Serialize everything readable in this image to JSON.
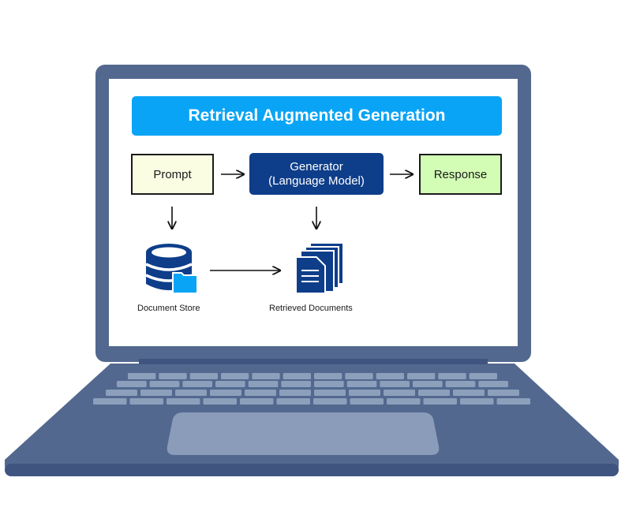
{
  "diagram": {
    "title": "Retrieval Augmented Generation",
    "nodes": {
      "prompt": "Prompt",
      "generator_line1": "Generator",
      "generator_line2": "(Language Model)",
      "response": "Response",
      "document_store": "Document Store",
      "retrieved_documents": "Retrieved Documents"
    },
    "edges": [
      {
        "from": "Prompt",
        "to": "Generator"
      },
      {
        "from": "Generator",
        "to": "Response"
      },
      {
        "from": "Prompt",
        "to": "Document Store"
      },
      {
        "from": "Generator",
        "to": "Retrieved Documents"
      },
      {
        "from": "Document Store",
        "to": "Retrieved Documents"
      }
    ]
  },
  "icons": {
    "document_store": "database-folder-icon",
    "retrieved_documents": "documents-stack-icon"
  },
  "colors": {
    "laptop_body": "#52688f",
    "title_bar": "#0aa4f6",
    "prompt_fill": "#fbfde3",
    "generator_fill": "#0e3e8a",
    "response_fill": "#d3fdb5",
    "icon_accent": "#0aa4f6"
  }
}
